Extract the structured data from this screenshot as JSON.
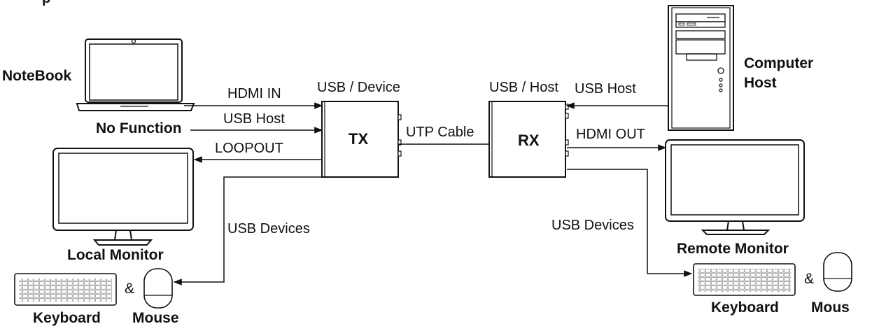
{
  "top_fragment": "p",
  "devices": {
    "notebook": "NoteBook",
    "no_function": "No Function",
    "local_monitor": "Local Monitor",
    "keyboard_left": "Keyboard",
    "mouse_left": "Mouse",
    "amp_left": "&",
    "tx": "TX",
    "rx": "RX",
    "computer_host_line1": "Computer",
    "computer_host_line2": "Host",
    "remote_monitor": "Remote Monitor",
    "keyboard_right": "Keyboard",
    "mouse_right": "Mous",
    "amp_right": "&"
  },
  "connections": {
    "hdmi_in": "HDMI IN",
    "usb_host_left": "USB Host",
    "loopout": "LOOPOUT",
    "usb_devices_left": "USB Devices",
    "usb_device_tx": "USB / Device",
    "utp_cable": "UTP Cable",
    "usb_host_rx": "USB / Host",
    "usb_host_right": "USB Host",
    "hdmi_out": "HDMI OUT",
    "usb_devices_right": "USB Devices"
  }
}
